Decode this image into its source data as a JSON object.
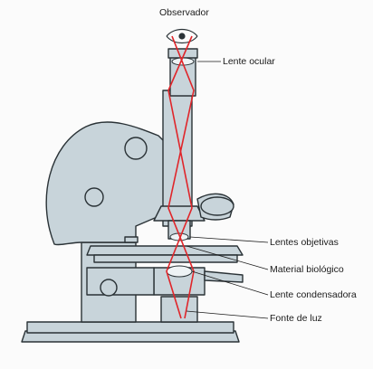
{
  "labels": {
    "observer": "Observador",
    "ocular_lens": "Lente ocular",
    "objective_lenses": "Lentes objetivas",
    "biological_material": "Material biológico",
    "condenser_lens": "Lente condensadora",
    "light_source": "Fonte de luz"
  },
  "colors": {
    "body": "#c8d4da",
    "outline": "#2a3236",
    "light_ray": "#e0252a",
    "background": "#fbfbfb"
  }
}
